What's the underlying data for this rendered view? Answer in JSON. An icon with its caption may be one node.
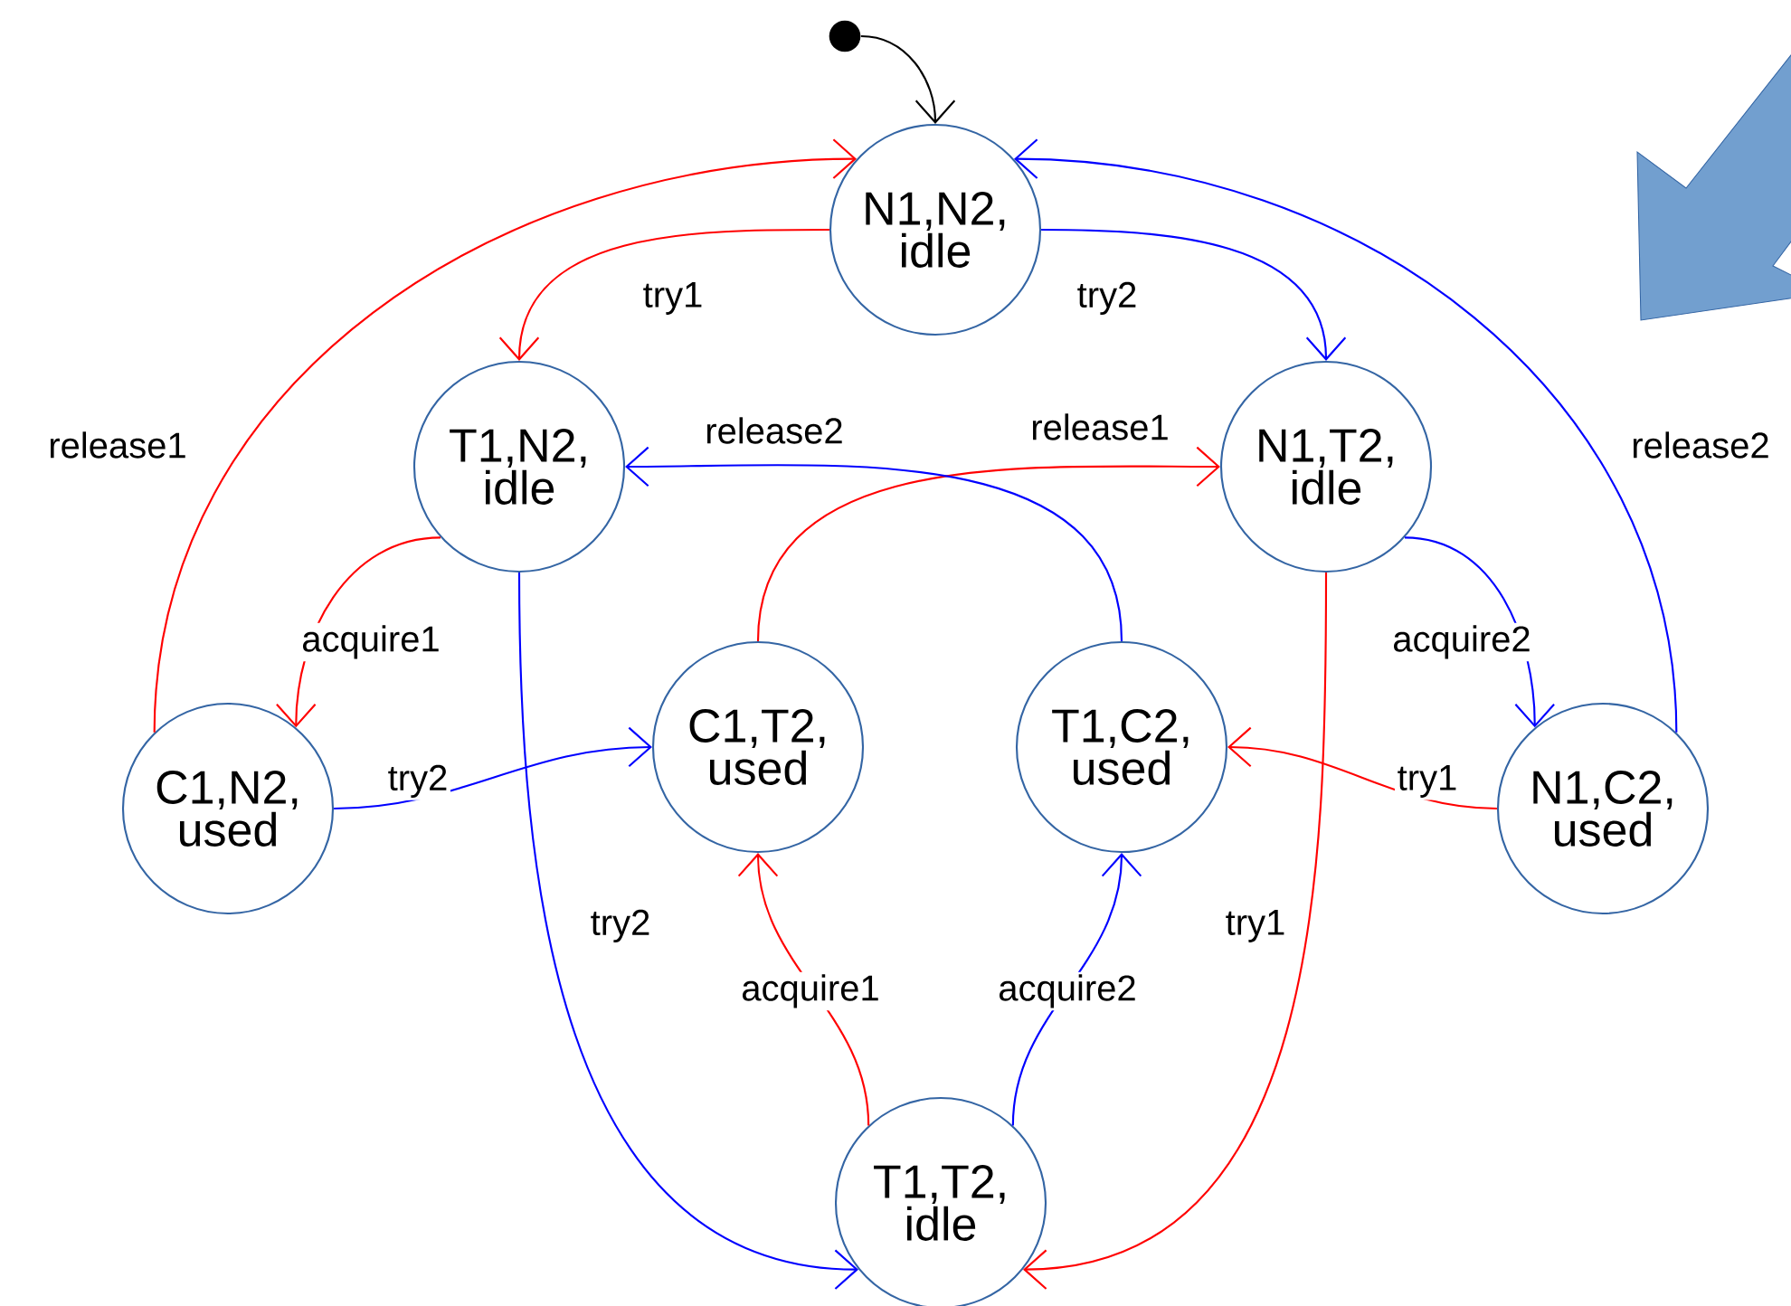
{
  "diagram": {
    "nodes": [
      {
        "text": [],
        "shape": "circle"
      },
      {
        "text": [
          "N1,N2, idle"
        ]
      },
      {
        "text": [
          "T1,N2, idle"
        ]
      },
      {
        "text": [
          "N1,T2, idle"
        ]
      },
      {
        "text": [
          "C1,N2, used"
        ]
      },
      {
        "text": [
          "C1,T2, used"
        ]
      },
      {
        "text": [
          "T1,C2, used"
        ]
      },
      {
        "text": [
          "N1,C2, used"
        ]
      },
      {
        "text": [
          "T1,T2, idle"
        ]
      }
    ],
    "edges": [
      {
        "from": 0,
        "to": 1,
        "arrow": "to",
        "color": "#000000"
      },
      {
        "from": 1,
        "to": 2,
        "arrow": "to",
        "label": "try1",
        "color": "#ff0000"
      },
      {
        "from": 1,
        "to": 3,
        "arrow": "to",
        "label": "try2",
        "color": "#0000ff"
      },
      {
        "from": 4,
        "to": 1,
        "arrow": "to",
        "label": "release1",
        "color": "#ff0000"
      },
      {
        "from": 7,
        "to": 1,
        "arrow": "to",
        "label": "release2",
        "color": "#0000ff"
      },
      {
        "from": 2,
        "to": 4,
        "arrow": "to",
        "label": "acquire1",
        "color": "#ff0000"
      },
      {
        "from": 3,
        "to": 7,
        "arrow": "to",
        "label": "acquire2",
        "color": "#0000ff"
      },
      {
        "from": 5,
        "to": 3,
        "arrow": "to",
        "label": "release1",
        "color": "#ff0000"
      },
      {
        "from": 6,
        "to": 2,
        "arrow": "to",
        "label": "release2",
        "color": "#0000ff"
      },
      {
        "from": 4,
        "to": 5,
        "arrow": "to",
        "label": "try2",
        "color": "#0000ff"
      },
      {
        "from": 7,
        "to": 6,
        "arrow": "to",
        "label": "try1",
        "color": "#ff0000"
      },
      {
        "from": 2,
        "to": 8,
        "arrow": "to",
        "label": "try2",
        "color": "#0000ff"
      },
      {
        "from": 3,
        "to": 8,
        "arrow": "to",
        "label": "try1",
        "color": "#ff0000"
      },
      {
        "from": 8,
        "to": 5,
        "arrow": "to",
        "label": "acquire1",
        "color": "#ff0000"
      },
      {
        "from": 8,
        "to": 6,
        "arrow": "to",
        "label": "acquire2",
        "color": "#0000ff"
      }
    ]
  }
}
